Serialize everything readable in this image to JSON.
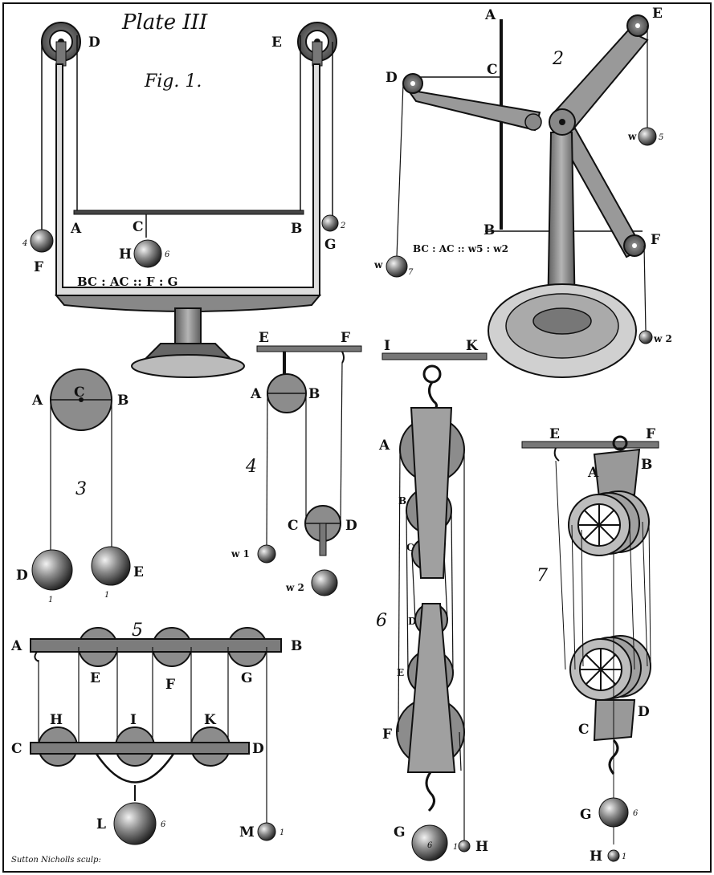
{
  "plate": {
    "title": "Plate III",
    "engraver": "Sutton Nicholls sculp:"
  },
  "fig1": {
    "label": "Fig. 1.",
    "letters": {
      "D": "D",
      "E": "E",
      "A": "A",
      "C": "C",
      "B": "B",
      "F": "F",
      "G": "G",
      "H": "H"
    },
    "weights": {
      "F": "4",
      "G": "2",
      "H": "6"
    },
    "ratio": "BC : AC :: F : G"
  },
  "fig2": {
    "number": "2",
    "letters": {
      "A": "A",
      "E": "E",
      "D": "D",
      "C": "C",
      "B": "B",
      "F": "F"
    },
    "weights": {
      "w5_label": "w",
      "w5_value": "5",
      "w7_label": "w",
      "w7_value": "7",
      "w2_label": "w 2"
    },
    "ratio": "BC : AC :: w5 : w2"
  },
  "fig3": {
    "number": "3",
    "letters": {
      "A": "A",
      "C": "C",
      "B": "B",
      "D": "D",
      "E": "E"
    },
    "weights": {
      "D": "1",
      "E": "1"
    }
  },
  "fig4": {
    "number": "4",
    "letters": {
      "E": "E",
      "F": "F",
      "A": "A",
      "B": "B",
      "C": "C",
      "D": "D"
    },
    "weights": {
      "w1": "w 1",
      "w2": "w 2"
    }
  },
  "fig5": {
    "number": "5",
    "letters": {
      "A": "A",
      "B": "B",
      "E": "E",
      "F": "F",
      "G": "G",
      "C": "C",
      "D": "D",
      "H": "H",
      "I": "I",
      "K": "K",
      "L": "L",
      "M": "M"
    },
    "weights": {
      "L": "6",
      "M": "1"
    }
  },
  "fig6": {
    "number": "6",
    "letters": {
      "I": "I",
      "K": "K",
      "A": "A",
      "B": "B",
      "C": "C",
      "D": "D",
      "E": "E",
      "F": "F",
      "G": "G",
      "H": "H"
    },
    "weights": {
      "G": "6",
      "H": "1"
    }
  },
  "fig7": {
    "number": "7",
    "letters": {
      "E": "E",
      "F": "F",
      "A": "A",
      "B": "B",
      "C": "C",
      "D": "D",
      "G": "G",
      "H": "H"
    },
    "weights": {
      "G": "6",
      "H": "1"
    }
  },
  "colors": {
    "ink": "#111111",
    "paper": "#ffffff",
    "wood": "#8a8a8a",
    "ball": "#555555"
  }
}
